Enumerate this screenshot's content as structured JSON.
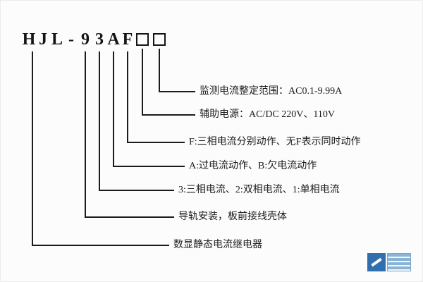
{
  "model": {
    "chars": [
      "H",
      "J",
      "L",
      "-",
      "9",
      "3",
      "A",
      "F"
    ],
    "blank_boxes_count": 2,
    "full_text": "HJL-93AF□□"
  },
  "legend": {
    "items": [
      {
        "key": "box2",
        "text": "监测电流整定范围：AC0.1-9.99A"
      },
      {
        "key": "box1",
        "text": "辅助电源：AC/DC 220V、110V"
      },
      {
        "key": "F",
        "text": "F:三相电流分别动作、无F表示同时动作"
      },
      {
        "key": "A",
        "text": "A:过电流动作、B:欠电流动作"
      },
      {
        "key": "3",
        "text": "3:三相电流、2:双相电流、1:单相电流"
      },
      {
        "key": "9",
        "text": "导轨安装，板前接线壳体"
      },
      {
        "key": "HJL",
        "text": "数显静态电流继电器"
      }
    ]
  },
  "colors": {
    "line": "#1b1b1b",
    "text": "#1c1c1c",
    "logo_primary": "#2f6fae",
    "logo_secondary": "#8ab4d6"
  }
}
